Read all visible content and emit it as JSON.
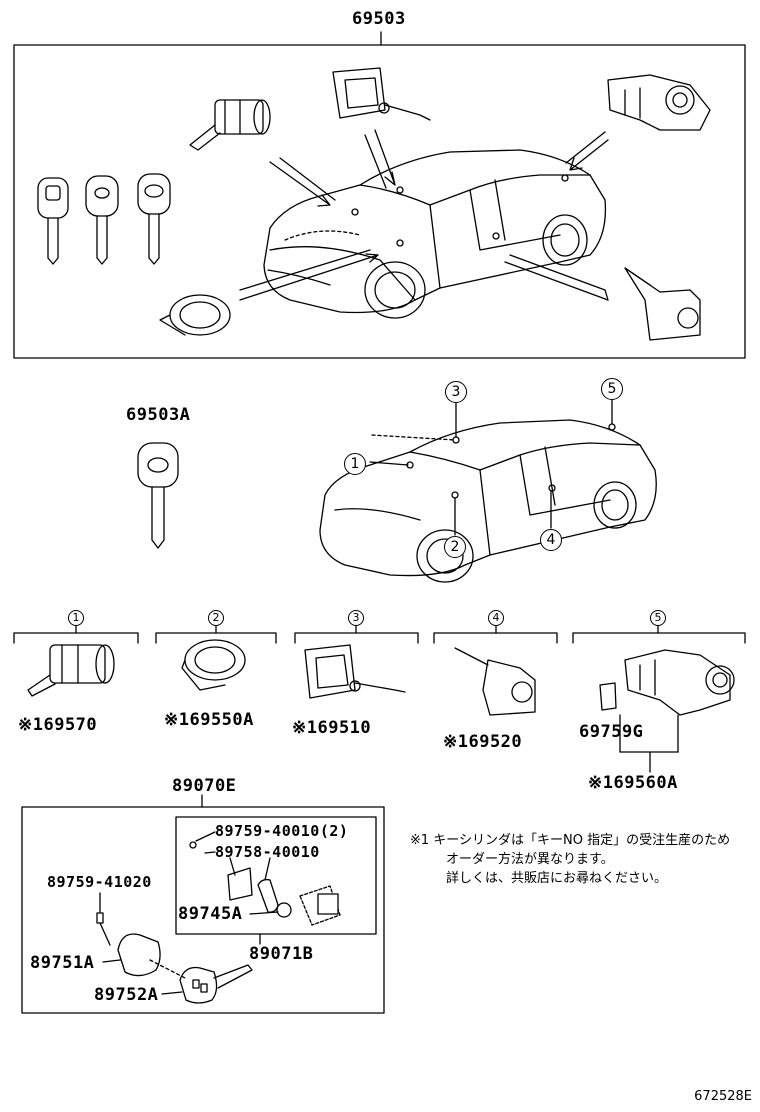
{
  "labels": {
    "p69503": "69503",
    "p69503A": "69503A",
    "p69570": "※169570",
    "p69550A": "※169550A",
    "p69510": "※169510",
    "p69520": "※169520",
    "p69759G": "69759G",
    "p69560A": "※169560A",
    "p89070E": "89070E",
    "p89759_40010": "89759-40010(2)",
    "p89758_40010": "89758-40010",
    "p89759_41020": "89759-41020",
    "p89745A": "89745A",
    "p89071B": "89071B",
    "p89751A": "89751A",
    "p89752A": "89752A"
  },
  "callouts": [
    "1",
    "2",
    "3",
    "4",
    "5"
  ],
  "note": {
    "line1": "※1 キーシリンダは「キーNO 指定」の受注生産のため",
    "line2": "オーダー方法が異なります。",
    "line3": "詳しくは、共販店にお尋ねください。"
  },
  "footer": "672528E"
}
